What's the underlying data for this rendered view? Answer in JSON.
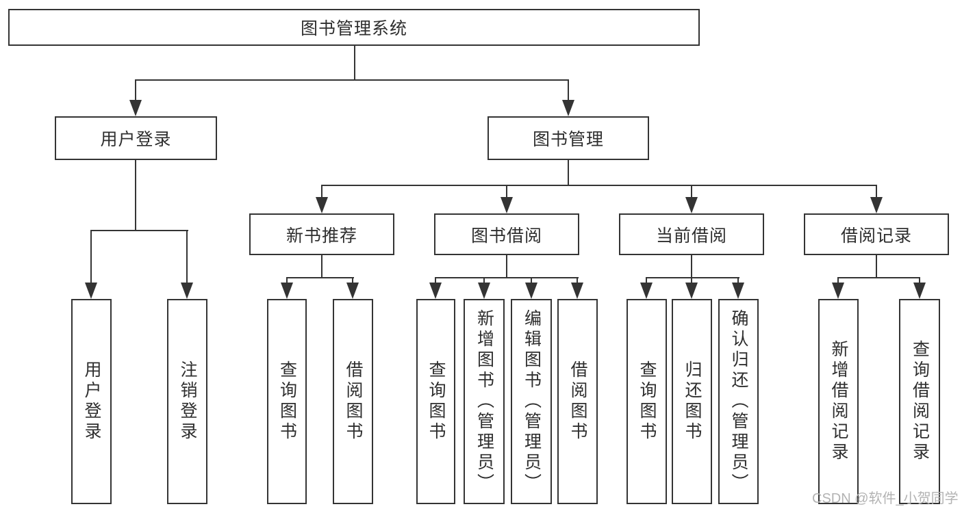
{
  "diagram_title": "图书管理系统",
  "nodes": {
    "root": {
      "label": "图书管理系统"
    },
    "user_login": {
      "label": "用户登录"
    },
    "book_management": {
      "label": "图书管理"
    },
    "new_book_recommend": {
      "label": "新书推荐"
    },
    "book_borrow": {
      "label": "图书借阅"
    },
    "current_borrow": {
      "label": "当前借阅"
    },
    "borrow_records": {
      "label": "借阅记录"
    },
    "leaf_user_login": {
      "label": "用户登录"
    },
    "leaf_logout": {
      "label": "注销登录"
    },
    "nbr_query_books": {
      "label": "查询图书"
    },
    "nbr_borrow_books": {
      "label": "借阅图书"
    },
    "bb_query_books": {
      "label": "查询图书"
    },
    "bb_add_books": {
      "label": "新增图书（管理员）"
    },
    "bb_edit_books": {
      "label": "编辑图书（管理员）"
    },
    "bb_borrow_books": {
      "label": "借阅图书"
    },
    "cb_query_books": {
      "label": "查询图书"
    },
    "cb_return_books": {
      "label": "归还图书"
    },
    "cb_confirm_return": {
      "label": "确认归还（管理员）"
    },
    "br_add_record": {
      "label": "新增借阅记录"
    },
    "br_query_record": {
      "label": "查询借阅记录"
    }
  },
  "hierarchy": [
    {
      "parent": "图书管理系统",
      "children": [
        "用户登录",
        "图书管理"
      ]
    },
    {
      "parent": "用户登录",
      "children": [
        "用户登录",
        "注销登录"
      ]
    },
    {
      "parent": "图书管理",
      "children": [
        "新书推荐",
        "图书借阅",
        "当前借阅",
        "借阅记录"
      ]
    },
    {
      "parent": "新书推荐",
      "children": [
        "查询图书",
        "借阅图书"
      ]
    },
    {
      "parent": "图书借阅",
      "children": [
        "查询图书",
        "新增图书（管理员）",
        "编辑图书（管理员）",
        "借阅图书"
      ]
    },
    {
      "parent": "当前借阅",
      "children": [
        "查询图书",
        "归还图书",
        "确认归还（管理员）"
      ]
    },
    {
      "parent": "借阅记录",
      "children": [
        "新增借阅记录",
        "查询借阅记录"
      ]
    }
  ],
  "colors": {
    "line": "#343434",
    "text": "#2e2e2e",
    "background": "#ffffff",
    "watermark": "#b3b3b3"
  },
  "watermark": {
    "text": "CSDN @软件_小贺同学"
  }
}
